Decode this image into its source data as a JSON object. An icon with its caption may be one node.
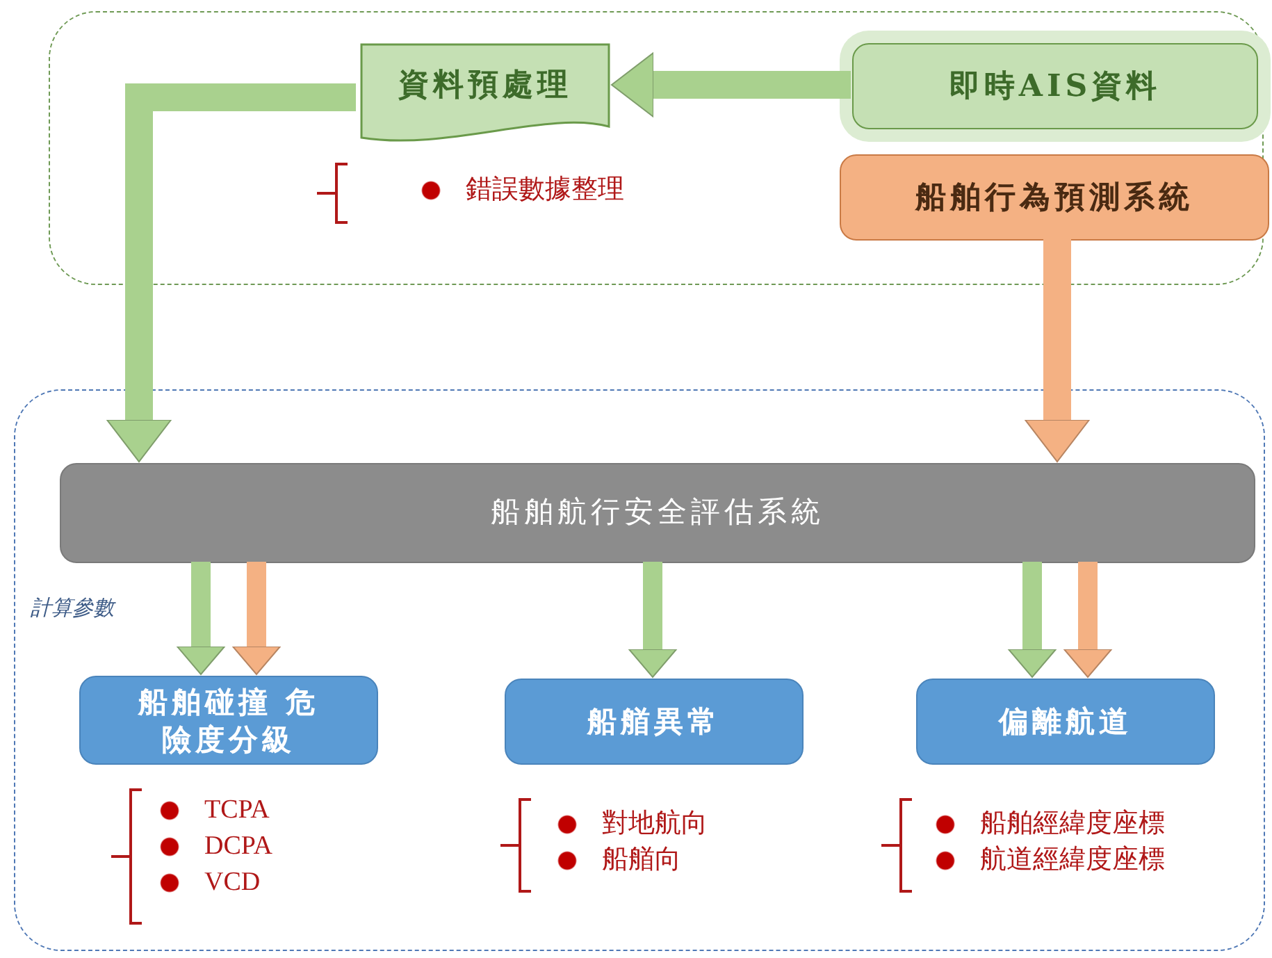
{
  "diagram": {
    "nodes": [
      {
        "text": [],
        "shape": "box"
      },
      {
        "text": [],
        "shape": "box"
      },
      {
        "text": [
          "資料預處理"
        ],
        "in": 0,
        "beside": [
          "錯誤數據整理"
        ]
      },
      {
        "text": [
          "即時AIS資料"
        ],
        "in": 0
      },
      {
        "text": [
          "船舶行為預測系統"
        ],
        "in": 0
      },
      {
        "text": [
          "船舶航行安全評估系統"
        ],
        "in": 1
      },
      {
        "text": [
          "船舶碰撞 危險度分級"
        ],
        "in": 1,
        "beside": [
          "TCPA",
          "DCPA",
          "VCD"
        ]
      },
      {
        "text": [
          "船艏異常"
        ],
        "in": 1,
        "beside": [
          "對地航向",
          "船艏向"
        ]
      },
      {
        "text": [
          "偏離航道"
        ],
        "in": 1,
        "beside": [
          "船舶經緯度座標",
          "航道經緯度座標"
        ]
      }
    ],
    "edges": [
      {
        "from": 3,
        "to": 2,
        "arrow": "to"
      },
      {
        "from": 2,
        "to": 5,
        "arrow": "to"
      },
      {
        "from": 4,
        "to": 5,
        "arrow": "to",
        "color": "#f4b183"
      },
      {
        "from": 5,
        "to": 6,
        "arrow": "to"
      },
      {
        "from": 5,
        "to": 6,
        "arrow": "to",
        "color": "#f4b183"
      },
      {
        "from": 5,
        "to": 7,
        "arrow": "to"
      },
      {
        "from": 5,
        "to": 8,
        "arrow": "to"
      },
      {
        "from": 5,
        "to": 8,
        "arrow": "to",
        "color": "#f4b183"
      }
    ],
    "labels": [
      "計算參數"
    ]
  }
}
